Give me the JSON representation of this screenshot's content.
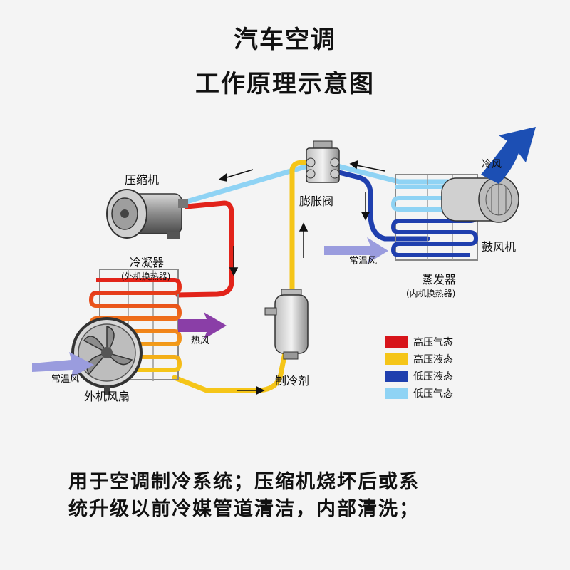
{
  "title": {
    "line1": "汽车空调",
    "line2": "工作原理示意图"
  },
  "labels": {
    "compressor": "压缩机",
    "condenser": "冷凝器",
    "condenser_sub": "(外机换热器)",
    "expansion_valve": "膨胀阀",
    "cold_air": "冷风",
    "blower": "鼓风机",
    "evaporator": "蒸发器",
    "evaporator_sub": "(内机换热器)",
    "ambient_air_right": "常温风",
    "ambient_air_left": "常温风",
    "hot_air": "热风",
    "refrigerant": "制冷剂",
    "outdoor_fan": "外机风扇"
  },
  "legend": [
    {
      "label": "高压气态",
      "color": "#d7141a"
    },
    {
      "label": "高压液态",
      "color": "#f5c518"
    },
    {
      "label": "低压液态",
      "color": "#1f3fae"
    },
    {
      "label": "低压气态",
      "color": "#8fd3f4"
    }
  ],
  "caption": {
    "line1": "用于空调制冷系统；压缩机烧坏后或系",
    "line2": "统升级以前冷媒管道清洁，内部清洗；"
  }
}
